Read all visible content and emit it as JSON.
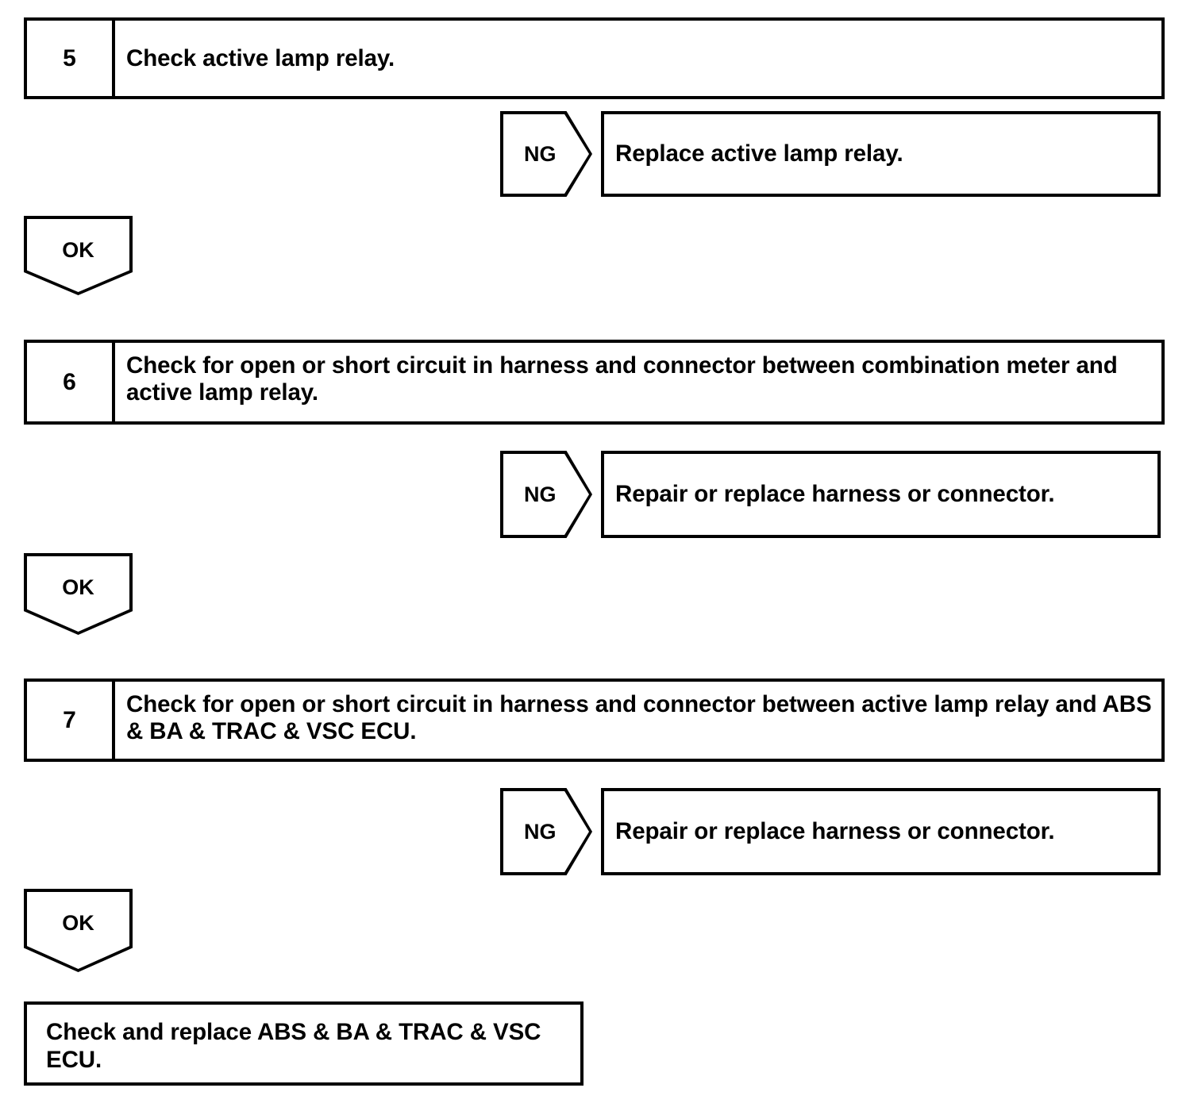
{
  "document": {
    "type": "diagnostic-flowchart",
    "title": "Active lamp relay circuit troubleshooting flowchart"
  },
  "steps": [
    {
      "number": "5",
      "text": "Check active lamp relay.",
      "ng": {
        "label": "NG",
        "action": "Replace active lamp relay."
      },
      "ok": {
        "label": "OK"
      }
    },
    {
      "number": "6",
      "text": "Check for open or short circuit in harness and connector between combination meter and active lamp relay.",
      "ng": {
        "label": "NG",
        "action": "Repair or replace harness or connector."
      },
      "ok": {
        "label": "OK"
      }
    },
    {
      "number": "7",
      "text": "Check for open or short circuit in harness and connector between active lamp relay and ABS & BA & TRAC & VSC ECU.",
      "ng": {
        "label": "NG",
        "action": "Repair or replace harness or connector."
      },
      "ok": {
        "label": "OK"
      }
    }
  ],
  "final": {
    "text": "Check and replace ABS & BA & TRAC & VSC ECU."
  },
  "colors": {
    "line": "#000000",
    "background": "#ffffff",
    "text": "#000000"
  }
}
